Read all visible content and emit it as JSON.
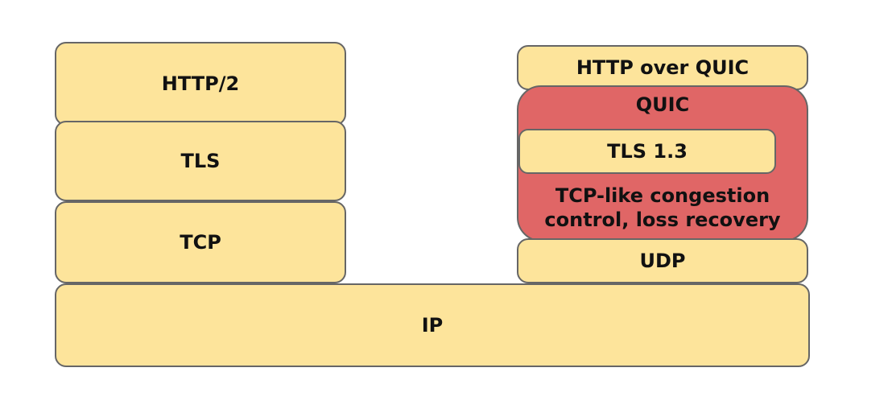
{
  "tcp_stack": {
    "http": "HTTP/2",
    "tls": "TLS",
    "tcp": "TCP"
  },
  "quic_stack": {
    "http": "HTTP over QUIC",
    "quic": "QUIC",
    "tls": "TLS 1.3",
    "congestion_line1": "TCP-like congestion",
    "congestion_line2": "control, loss recovery",
    "udp": "UDP"
  },
  "shared": {
    "ip": "IP"
  },
  "colors": {
    "layer_fill": "#FDE49B",
    "quic_fill": "#E06666",
    "border": "#666666"
  }
}
